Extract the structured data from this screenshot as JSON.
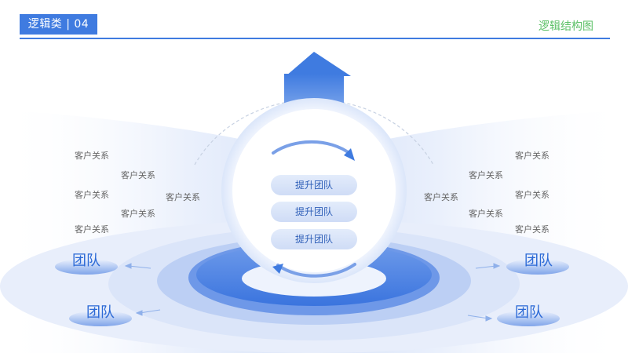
{
  "header": {
    "tag": "逻辑类 | 04",
    "title_right": "逻辑结构图"
  },
  "center": {
    "pills": [
      "提升团队",
      "提升团队",
      "提升团队"
    ]
  },
  "left": {
    "relations": [
      "客户关系",
      "客户关系",
      "客户关系",
      "客户关系",
      "客户关系",
      "客户关系"
    ],
    "teams": [
      "团队",
      "团队"
    ]
  },
  "right": {
    "relations": [
      "客户关系",
      "客户关系",
      "客户关系",
      "客户关系",
      "客户关系",
      "客户关系"
    ],
    "teams": [
      "团队",
      "团队"
    ]
  },
  "colors": {
    "accent": "#3f7be0",
    "accent_dark": "#2c6ad6",
    "green": "#5cc067"
  }
}
